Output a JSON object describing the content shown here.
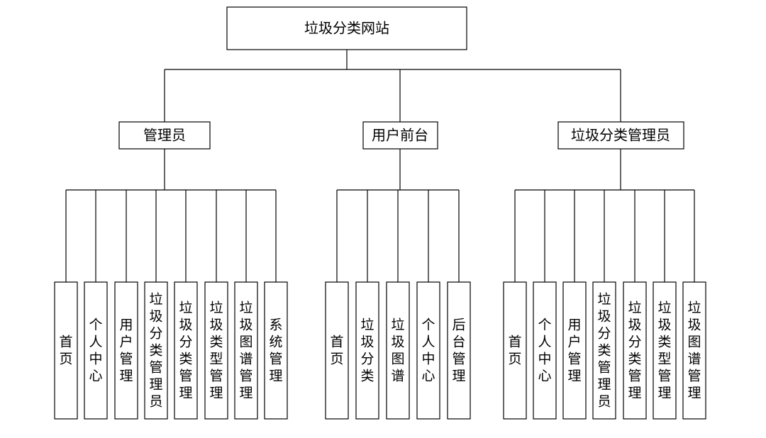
{
  "root": {
    "label": "垃圾分类网站"
  },
  "groups": [
    {
      "label": "管理员",
      "children": [
        "首页",
        "个人中心",
        "用户管理",
        "垃圾分类管理员",
        "垃圾分类管理",
        "垃圾类型管理",
        "垃圾图谱管理",
        "系统管理"
      ]
    },
    {
      "label": "用户前台",
      "children": [
        "首页",
        "垃圾分类",
        "垃圾图谱",
        "个人中心",
        "后台管理"
      ]
    },
    {
      "label": "垃圾分类管理员",
      "children": [
        "首页",
        "个人中心",
        "用户管理",
        "垃圾分类管理员",
        "垃圾分类管理",
        "垃圾类型管理",
        "垃圾图谱管理"
      ]
    }
  ]
}
